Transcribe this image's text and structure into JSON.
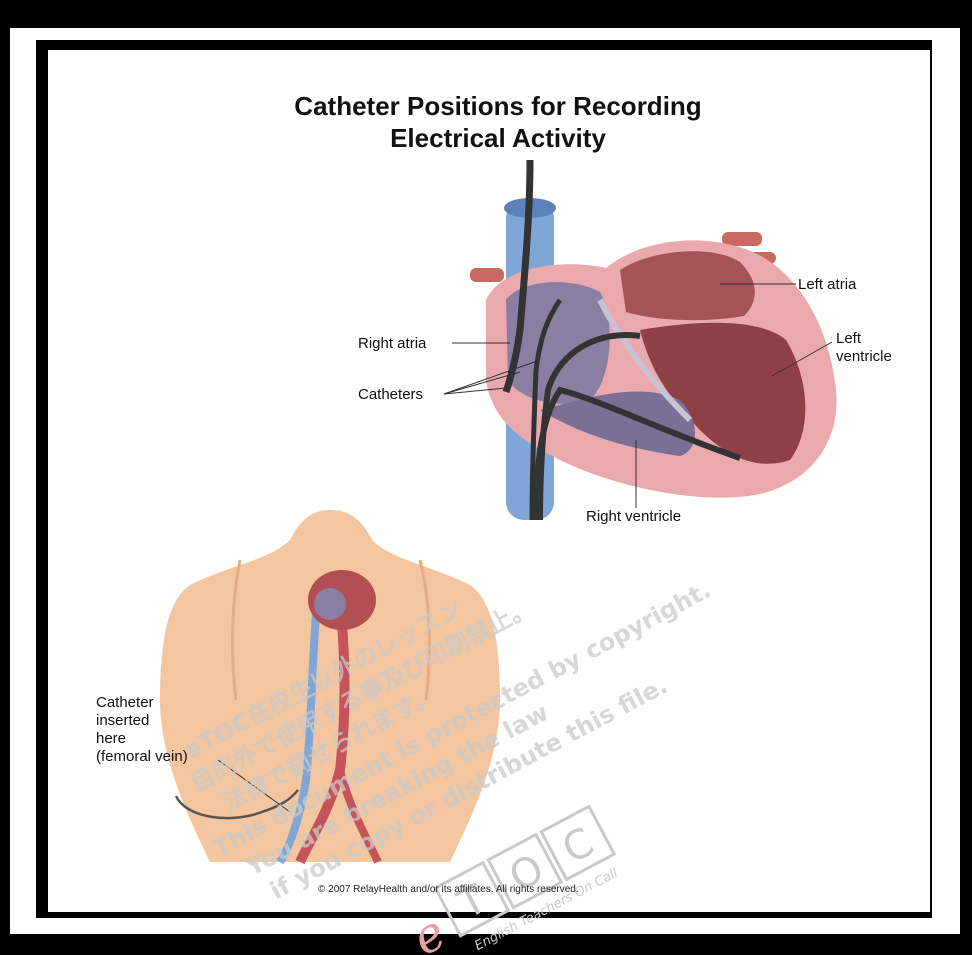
{
  "title_line1": "Catheter Positions for Recording",
  "title_line2": "Electrical Activity",
  "labels": {
    "left_atria": "Left atria",
    "left_ventricle_1": "Left",
    "left_ventricle_2": "ventricle",
    "right_atria": "Right atria",
    "catheters": "Catheters",
    "right_ventricle": "Right ventricle",
    "catheter_line1": "Catheter",
    "catheter_line2": "inserted",
    "catheter_line3": "here",
    "catheter_line4": "(femoral vein)"
  },
  "copyright": "© 2007 RelayHealth and/or its affiliates.  All rights reserved.",
  "watermark": {
    "line1": "eTOC在校生以外のレッスン",
    "line2": "目的外で使用する事及び印刷禁止。",
    "line3": "法律で罰せられます。",
    "line4": "This document is protected by copyright.",
    "line5": "You are breaking the law",
    "line6": "if you copy or distribute this file.",
    "logo_letters": [
      "e",
      "T",
      "O",
      "C"
    ],
    "logo_tagline": "English Teachers On Call"
  },
  "colors": {
    "vein_blue": "#7fa6d6",
    "heart_wall": "#e9a9ad",
    "heart_inner": "#9b4b4f",
    "right_chamber": "#8a7fa3",
    "skin": "#f3c6a0",
    "artery": "#c4545a",
    "watermark": "#c9c9c9"
  }
}
